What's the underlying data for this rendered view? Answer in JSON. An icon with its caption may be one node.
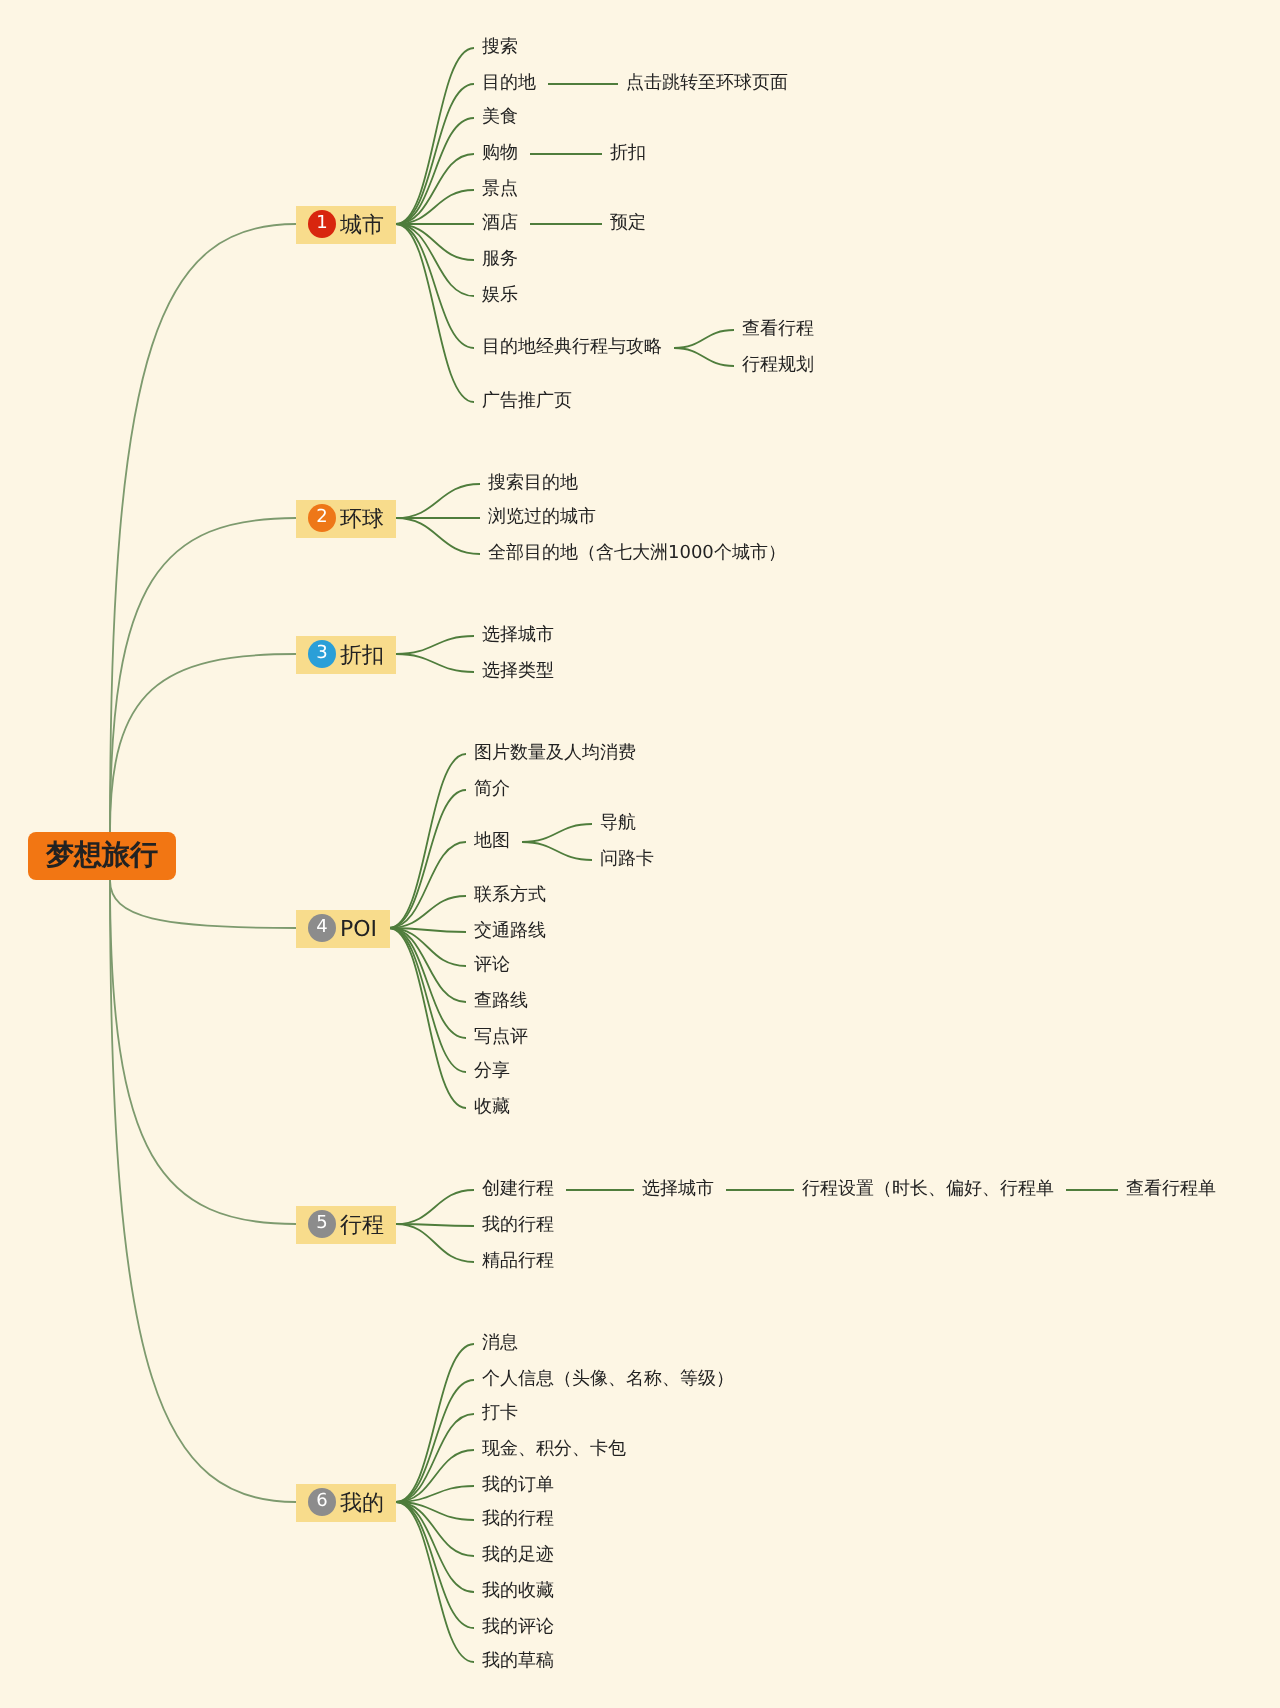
{
  "diagram": {
    "nodes": [
      {
        "text": [
          "梦想旅行"
        ]
      },
      {
        "text": [
          "1",
          "城市"
        ]
      },
      {
        "text": [
          "搜索"
        ]
      },
      {
        "text": [
          "目的地"
        ]
      },
      {
        "text": [
          "点击跳转至环球页面"
        ]
      },
      {
        "text": [
          "美食"
        ]
      },
      {
        "text": [
          "购物"
        ]
      },
      {
        "text": [
          "折扣"
        ]
      },
      {
        "text": [
          "景点"
        ]
      },
      {
        "text": [
          "酒店"
        ]
      },
      {
        "text": [
          "预定"
        ]
      },
      {
        "text": [
          "服务"
        ]
      },
      {
        "text": [
          "娱乐"
        ]
      },
      {
        "text": [
          "目的地经典行程与攻略"
        ]
      },
      {
        "text": [
          "查看行程"
        ]
      },
      {
        "text": [
          "行程规划"
        ]
      },
      {
        "text": [
          "广告推广页"
        ]
      },
      {
        "text": [
          "2",
          "环球"
        ]
      },
      {
        "text": [
          "搜索目的地"
        ]
      },
      {
        "text": [
          "浏览过的城市"
        ]
      },
      {
        "text": [
          "全部目的地（含七大洲1000个城市）"
        ]
      },
      {
        "text": [
          "3",
          "折扣"
        ]
      },
      {
        "text": [
          "选择城市"
        ]
      },
      {
        "text": [
          "选择类型"
        ]
      },
      {
        "text": [
          "4",
          "POI"
        ]
      },
      {
        "text": [
          "图片数量及人均消费"
        ]
      },
      {
        "text": [
          "简介"
        ]
      },
      {
        "text": [
          "地图"
        ]
      },
      {
        "text": [
          "导航"
        ]
      },
      {
        "text": [
          "问路卡"
        ]
      },
      {
        "text": [
          "联系方式"
        ]
      },
      {
        "text": [
          "交通路线"
        ]
      },
      {
        "text": [
          "评论"
        ]
      },
      {
        "text": [
          "查路线"
        ]
      },
      {
        "text": [
          "写点评"
        ]
      },
      {
        "text": [
          "分享"
        ]
      },
      {
        "text": [
          "收藏"
        ]
      },
      {
        "text": [
          "5",
          "行程"
        ]
      },
      {
        "text": [
          "创建行程"
        ]
      },
      {
        "text": [
          "选择城市"
        ]
      },
      {
        "text": [
          "行程设置（时长、偏好、行程单"
        ]
      },
      {
        "text": [
          "查看行程单"
        ]
      },
      {
        "text": [
          "我的行程"
        ]
      },
      {
        "text": [
          "精品行程"
        ]
      },
      {
        "text": [
          "6",
          "我的"
        ]
      },
      {
        "text": [
          "消息"
        ]
      },
      {
        "text": [
          "个人信息（头像、名称、等级）"
        ]
      },
      {
        "text": [
          "打卡"
        ]
      },
      {
        "text": [
          "现金、积分、卡包"
        ]
      },
      {
        "text": [
          "我的订单"
        ]
      },
      {
        "text": [
          "我的行程"
        ]
      },
      {
        "text": [
          "我的足迹"
        ]
      },
      {
        "text": [
          "我的收藏"
        ]
      },
      {
        "text": [
          "我的评论"
        ]
      },
      {
        "text": [
          "我的草稿"
        ]
      }
    ],
    "edges": [
      {
        "from": 0,
        "to": 1,
        "arrow": "none"
      },
      {
        "from": 1,
        "to": 2,
        "arrow": "none"
      },
      {
        "from": 1,
        "to": 3,
        "arrow": "none"
      },
      {
        "from": 3,
        "to": 4,
        "arrow": "none"
      },
      {
        "from": 1,
        "to": 5,
        "arrow": "none"
      },
      {
        "from": 1,
        "to": 6,
        "arrow": "none"
      },
      {
        "from": 6,
        "to": 7,
        "arrow": "none"
      },
      {
        "from": 1,
        "to": 8,
        "arrow": "none"
      },
      {
        "from": 1,
        "to": 9,
        "arrow": "none"
      },
      {
        "from": 9,
        "to": 10,
        "arrow": "none"
      },
      {
        "from": 1,
        "to": 11,
        "arrow": "none"
      },
      {
        "from": 1,
        "to": 12,
        "arrow": "none"
      },
      {
        "from": 1,
        "to": 13,
        "arrow": "none"
      },
      {
        "from": 13,
        "to": 14,
        "arrow": "none"
      },
      {
        "from": 13,
        "to": 15,
        "arrow": "none"
      },
      {
        "from": 1,
        "to": 16,
        "arrow": "none"
      },
      {
        "from": 0,
        "to": 17,
        "arrow": "none"
      },
      {
        "from": 17,
        "to": 18,
        "arrow": "none"
      },
      {
        "from": 17,
        "to": 19,
        "arrow": "none"
      },
      {
        "from": 17,
        "to": 20,
        "arrow": "none"
      },
      {
        "from": 0,
        "to": 21,
        "arrow": "none"
      },
      {
        "from": 21,
        "to": 22,
        "arrow": "none"
      },
      {
        "from": 21,
        "to": 23,
        "arrow": "none"
      },
      {
        "from": 0,
        "to": 24,
        "arrow": "none"
      },
      {
        "from": 24,
        "to": 25,
        "arrow": "none"
      },
      {
        "from": 24,
        "to": 26,
        "arrow": "none"
      },
      {
        "from": 24,
        "to": 27,
        "arrow": "none"
      },
      {
        "from": 27,
        "to": 28,
        "arrow": "none"
      },
      {
        "from": 27,
        "to": 29,
        "arrow": "none"
      },
      {
        "from": 24,
        "to": 30,
        "arrow": "none"
      },
      {
        "from": 24,
        "to": 31,
        "arrow": "none"
      },
      {
        "from": 24,
        "to": 32,
        "arrow": "none"
      },
      {
        "from": 24,
        "to": 33,
        "arrow": "none"
      },
      {
        "from": 24,
        "to": 34,
        "arrow": "none"
      },
      {
        "from": 24,
        "to": 35,
        "arrow": "none"
      },
      {
        "from": 24,
        "to": 36,
        "arrow": "none"
      },
      {
        "from": 0,
        "to": 37,
        "arrow": "none"
      },
      {
        "from": 37,
        "to": 38,
        "arrow": "none"
      },
      {
        "from": 38,
        "to": 39,
        "arrow": "none"
      },
      {
        "from": 39,
        "to": 40,
        "arrow": "none"
      },
      {
        "from": 40,
        "to": 41,
        "arrow": "none"
      },
      {
        "from": 37,
        "to": 42,
        "arrow": "none"
      },
      {
        "from": 37,
        "to": 43,
        "arrow": "none"
      },
      {
        "from": 0,
        "to": 44,
        "arrow": "none"
      },
      {
        "from": 44,
        "to": 45,
        "arrow": "none"
      },
      {
        "from": 44,
        "to": 46,
        "arrow": "none"
      },
      {
        "from": 44,
        "to": 47,
        "arrow": "none"
      },
      {
        "from": 44,
        "to": 48,
        "arrow": "none"
      },
      {
        "from": 44,
        "to": 49,
        "arrow": "none"
      },
      {
        "from": 44,
        "to": 50,
        "arrow": "none"
      },
      {
        "from": 44,
        "to": 51,
        "arrow": "none"
      },
      {
        "from": 44,
        "to": 52,
        "arrow": "none"
      },
      {
        "from": 44,
        "to": 53,
        "arrow": "none"
      },
      {
        "from": 44,
        "to": 54,
        "arrow": "none"
      }
    ]
  }
}
